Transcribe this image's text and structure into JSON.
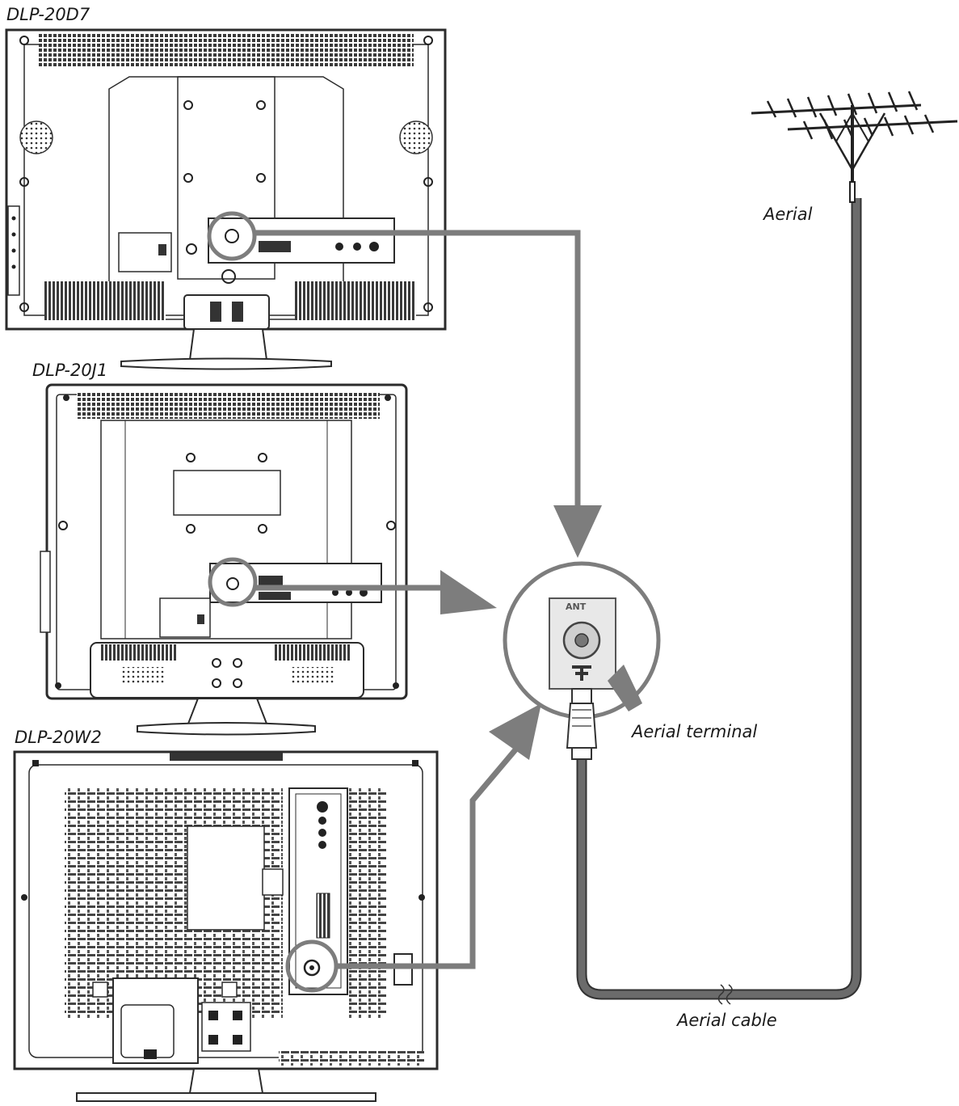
{
  "models": {
    "tv1": "DLP-20D7",
    "tv2": "DLP-20J1",
    "tv3": "DLP-20W2"
  },
  "labels": {
    "aerial": "Aerial",
    "aerial_terminal": "Aerial terminal",
    "aerial_cable": "Aerial cable",
    "ant_text": "ANT"
  },
  "colors": {
    "arrow": "#7d7d7d",
    "cable": "#6b6b6b",
    "outline": "#2b2b2b",
    "grille": "#3a3a3a"
  }
}
